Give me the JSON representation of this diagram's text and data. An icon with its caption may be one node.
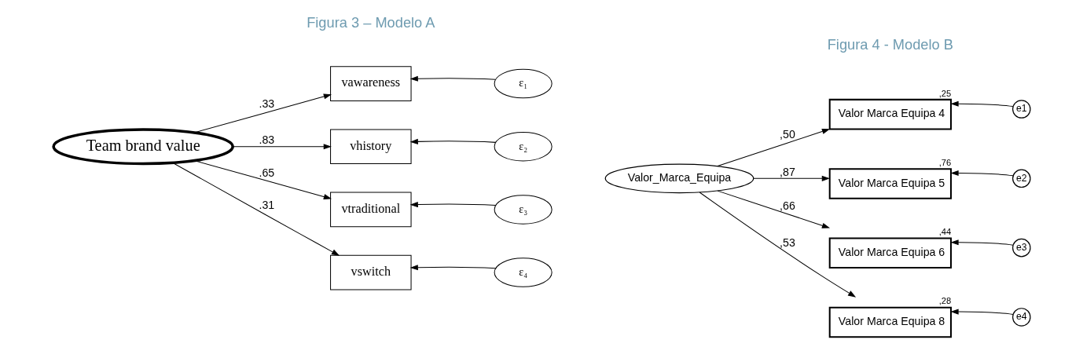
{
  "diagram": {
    "nodes": [
      {
        "text": [
          "Team brand value"
        ]
      },
      {
        "text": [
          "vawareness"
        ]
      },
      {
        "text": [
          "vhistory"
        ]
      },
      {
        "text": [
          "vtraditional"
        ]
      },
      {
        "text": [
          "vswitch"
        ]
      },
      {
        "text": [
          "ε₁"
        ]
      },
      {
        "text": [
          "ε₂"
        ]
      },
      {
        "text": [
          "ε₃"
        ]
      },
      {
        "text": [
          "ε₄"
        ]
      },
      {
        "text": [
          "Valor_Marca_Equipa"
        ]
      },
      {
        "text": [
          "Valor Marca Equipa 4"
        ],
        "beside": [
          ",25"
        ]
      },
      {
        "text": [
          "Valor Marca Equipa 5"
        ],
        "beside": [
          ",76"
        ]
      },
      {
        "text": [
          "Valor Marca Equipa 6"
        ],
        "beside": [
          ",44"
        ]
      },
      {
        "text": [
          "Valor Marca Equipa 8"
        ],
        "beside": [
          ",28"
        ]
      },
      {
        "text": [
          "e1"
        ]
      },
      {
        "text": [
          "e2"
        ]
      },
      {
        "text": [
          "e3"
        ]
      },
      {
        "text": [
          "e4"
        ]
      }
    ],
    "edges": [
      {
        "from": 0,
        "to": 1,
        "arrow": "to",
        "label": ".33"
      },
      {
        "from": 0,
        "to": 2,
        "arrow": "to",
        "label": ".83"
      },
      {
        "from": 0,
        "to": 3,
        "arrow": "to",
        "label": ".65"
      },
      {
        "from": 0,
        "to": 4,
        "arrow": "to",
        "label": ".31"
      },
      {
        "from": 5,
        "to": 1,
        "arrow": "to"
      },
      {
        "from": 6,
        "to": 2,
        "arrow": "to"
      },
      {
        "from": 7,
        "to": 3,
        "arrow": "to"
      },
      {
        "from": 8,
        "to": 4,
        "arrow": "to"
      },
      {
        "from": 9,
        "to": 10,
        "arrow": "to",
        "label": ",50"
      },
      {
        "from": 9,
        "to": 11,
        "arrow": "to",
        "label": ",87"
      },
      {
        "from": 9,
        "to": 12,
        "arrow": "to",
        "label": ",66"
      },
      {
        "from": 9,
        "to": 13,
        "arrow": "to",
        "label": ",53"
      },
      {
        "from": 14,
        "to": 10,
        "arrow": "to"
      },
      {
        "from": 15,
        "to": 11,
        "arrow": "to"
      },
      {
        "from": 16,
        "to": 12,
        "arrow": "to"
      },
      {
        "from": 17,
        "to": 13,
        "arrow": "to"
      }
    ],
    "labels": [
      "Figura 3 – Modelo A",
      "Figura 4 - Modelo B"
    ]
  }
}
